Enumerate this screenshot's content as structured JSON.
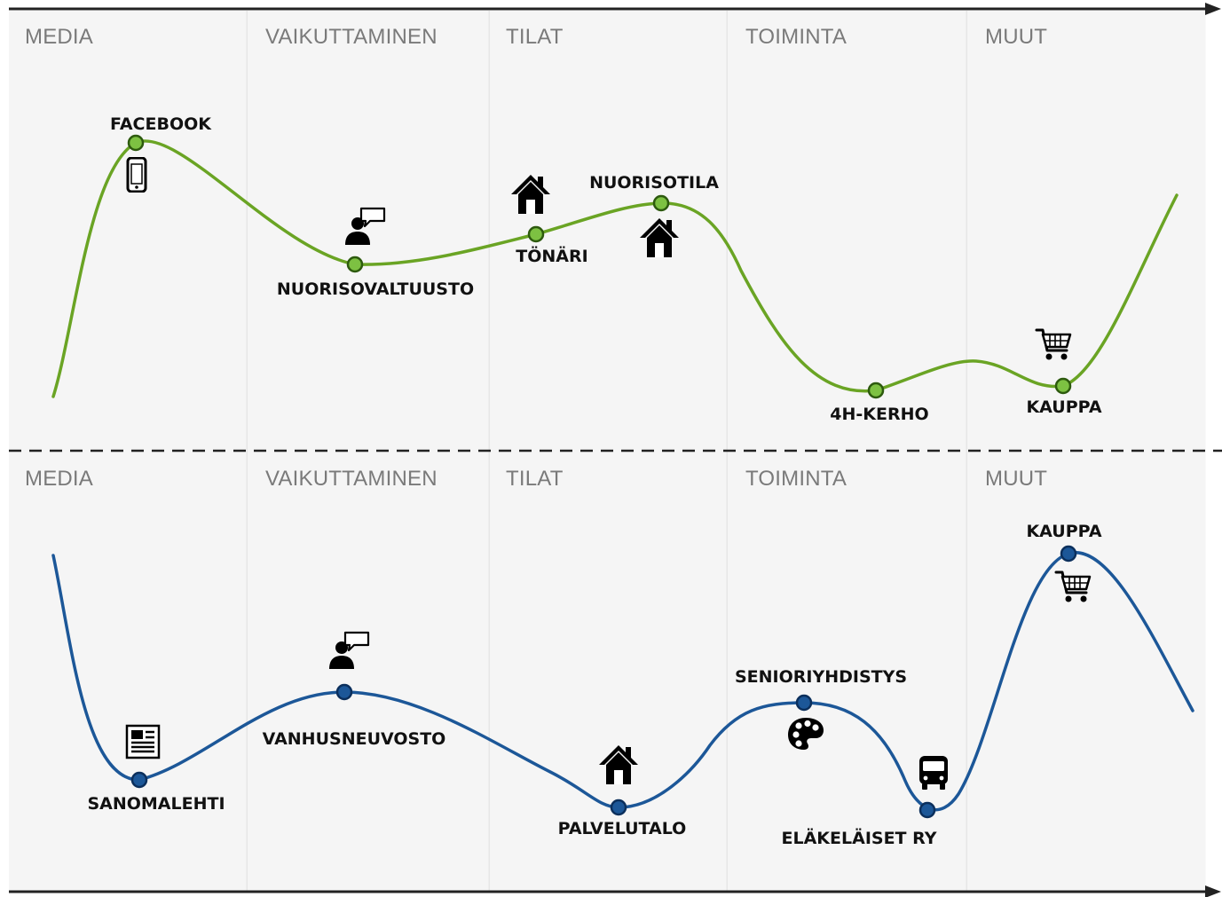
{
  "categories": [
    "MEDIA",
    "VAIKUTTAMINEN",
    "TILAT",
    "TOIMINTA",
    "MUUT"
  ],
  "colors": {
    "background": "#ffffff",
    "column_bg": "#f5f5f5",
    "column_divider": "#e6e6e6",
    "axis": "#222222",
    "top_curve": "#6aa424",
    "top_marker": "#7dc142",
    "bottom_curve": "#1c5798",
    "bottom_marker": "#1c5798",
    "label": "#111111",
    "category_label": "#7a7a7a"
  },
  "top_journey": {
    "points": [
      {
        "label": "FACEBOOK",
        "category": "MEDIA",
        "icon": "smartphone-icon"
      },
      {
        "label": "NUORISOVALTUUSTO",
        "category": "VAIKUTTAMINEN",
        "icon": "speaking-person-icon"
      },
      {
        "label": "TÖNÄRI",
        "category": "TILAT",
        "icon": "house-icon"
      },
      {
        "label": "NUORISOTILA",
        "category": "TILAT",
        "icon": "house-icon"
      },
      {
        "label": "4H-KERHO",
        "category": "TOIMINTA",
        "icon": ""
      },
      {
        "label": "KAUPPA",
        "category": "MUUT",
        "icon": "shopping-cart-icon"
      }
    ]
  },
  "bottom_journey": {
    "points": [
      {
        "label": "SANOMALEHTI",
        "category": "MEDIA",
        "icon": "newspaper-icon"
      },
      {
        "label": "VANHUSNEUVOSTO",
        "category": "VAIKUTTAMINEN",
        "icon": "speaking-person-icon"
      },
      {
        "label": "PALVELUTALO",
        "category": "TILAT",
        "icon": "house-icon"
      },
      {
        "label": "SENIORIYHDISTYS",
        "category": "TOIMINTA",
        "icon": "palette-icon"
      },
      {
        "label": "ELÄKELÄISET RY",
        "category": "TOIMINTA",
        "icon": "bus-icon"
      },
      {
        "label": "KAUPPA",
        "category": "MUUT",
        "icon": "shopping-cart-icon"
      }
    ]
  }
}
